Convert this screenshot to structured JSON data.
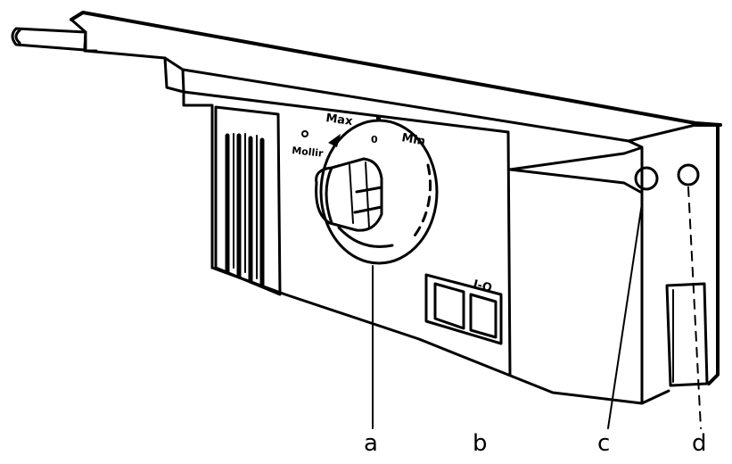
{
  "labels": {
    "a": "a",
    "b": "b",
    "c": "c",
    "d": "d"
  },
  "dial": {
    "max": "Max",
    "min": "Min",
    "zero_mark": "0",
    "mode_small": "Mollir"
  },
  "switch": {
    "marking": "I-O"
  },
  "colors": {
    "ink": "#000000",
    "paper": "#ffffff",
    "shade": "#1a1a1a"
  }
}
